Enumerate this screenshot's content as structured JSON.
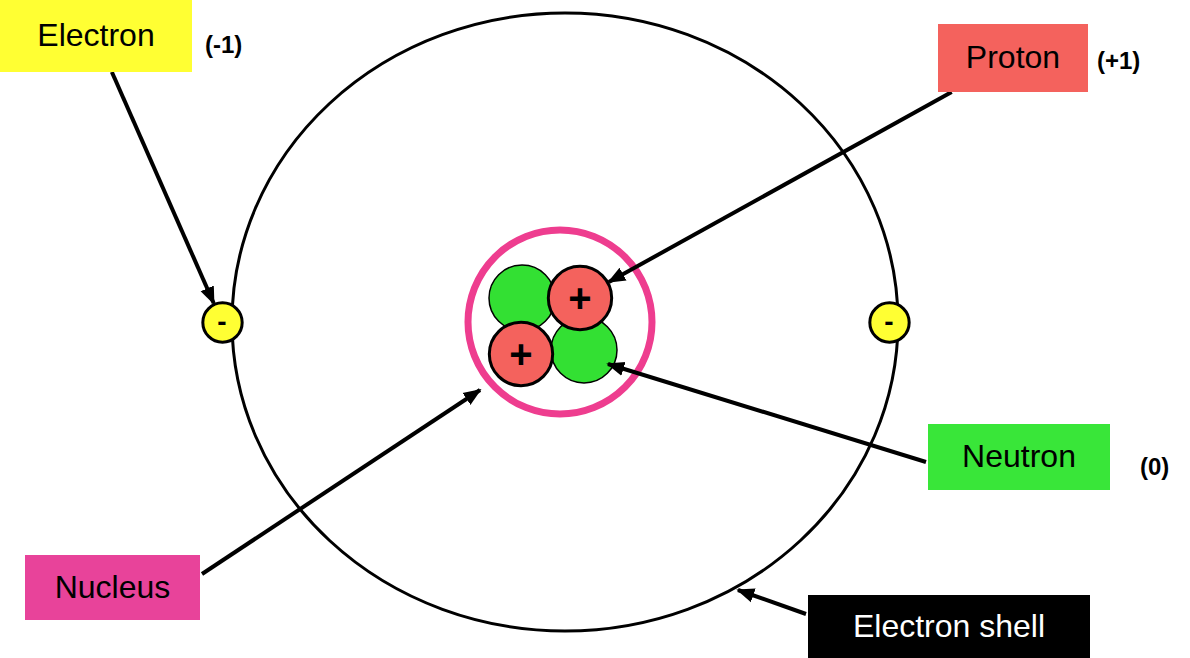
{
  "diagram": {
    "nodes": [
      {
        "text": [
          "Electron"
        ]
      },
      {
        "text": [
          "Proton"
        ]
      },
      {
        "text": [
          "-"
        ]
      },
      {
        "text": [
          "+"
        ]
      },
      {
        "text": [
          "-"
        ]
      },
      {
        "text": [
          "+"
        ]
      },
      {
        "text": [
          "Neutron"
        ]
      },
      {
        "text": [
          "Nucleus"
        ]
      },
      {
        "text": [
          "Electron shell"
        ]
      }
    ],
    "edges": [
      {
        "from": 0,
        "to": 2,
        "arrow": "to"
      },
      {
        "from": 1,
        "to": 3,
        "arrow": "to"
      }
    ],
    "labels": [
      "(-1)",
      "(+1)",
      "(0)"
    ]
  }
}
